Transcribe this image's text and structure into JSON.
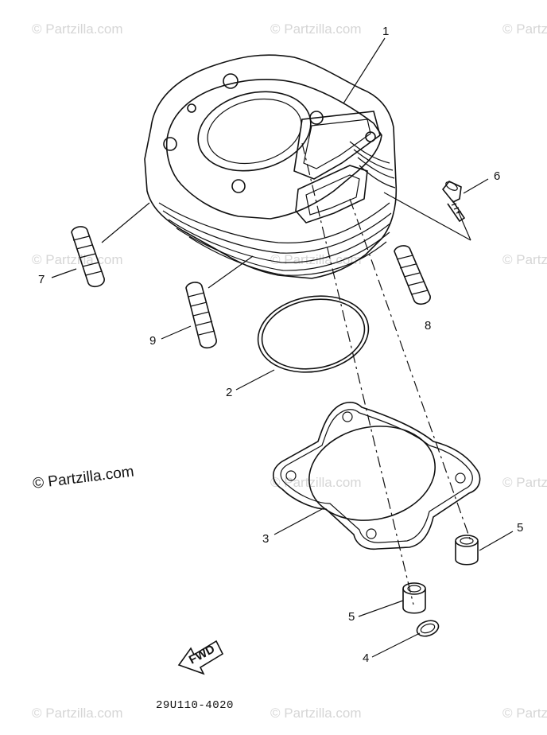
{
  "watermarks": {
    "repeat_text": "© Partzilla.com",
    "main_text": "© Partzilla.com"
  },
  "diagram_code": "29U110-4020",
  "fwd_label": "FWD",
  "callouts": {
    "c1": "1",
    "c2": "2",
    "c3": "3",
    "c4": "4",
    "c5a": "5",
    "c5b": "5",
    "c6": "6",
    "c7": "7",
    "c8": "8",
    "c9": "9"
  },
  "colors": {
    "ink": "#111111",
    "watermark": "#d6d6d6",
    "background": "#ffffff"
  }
}
